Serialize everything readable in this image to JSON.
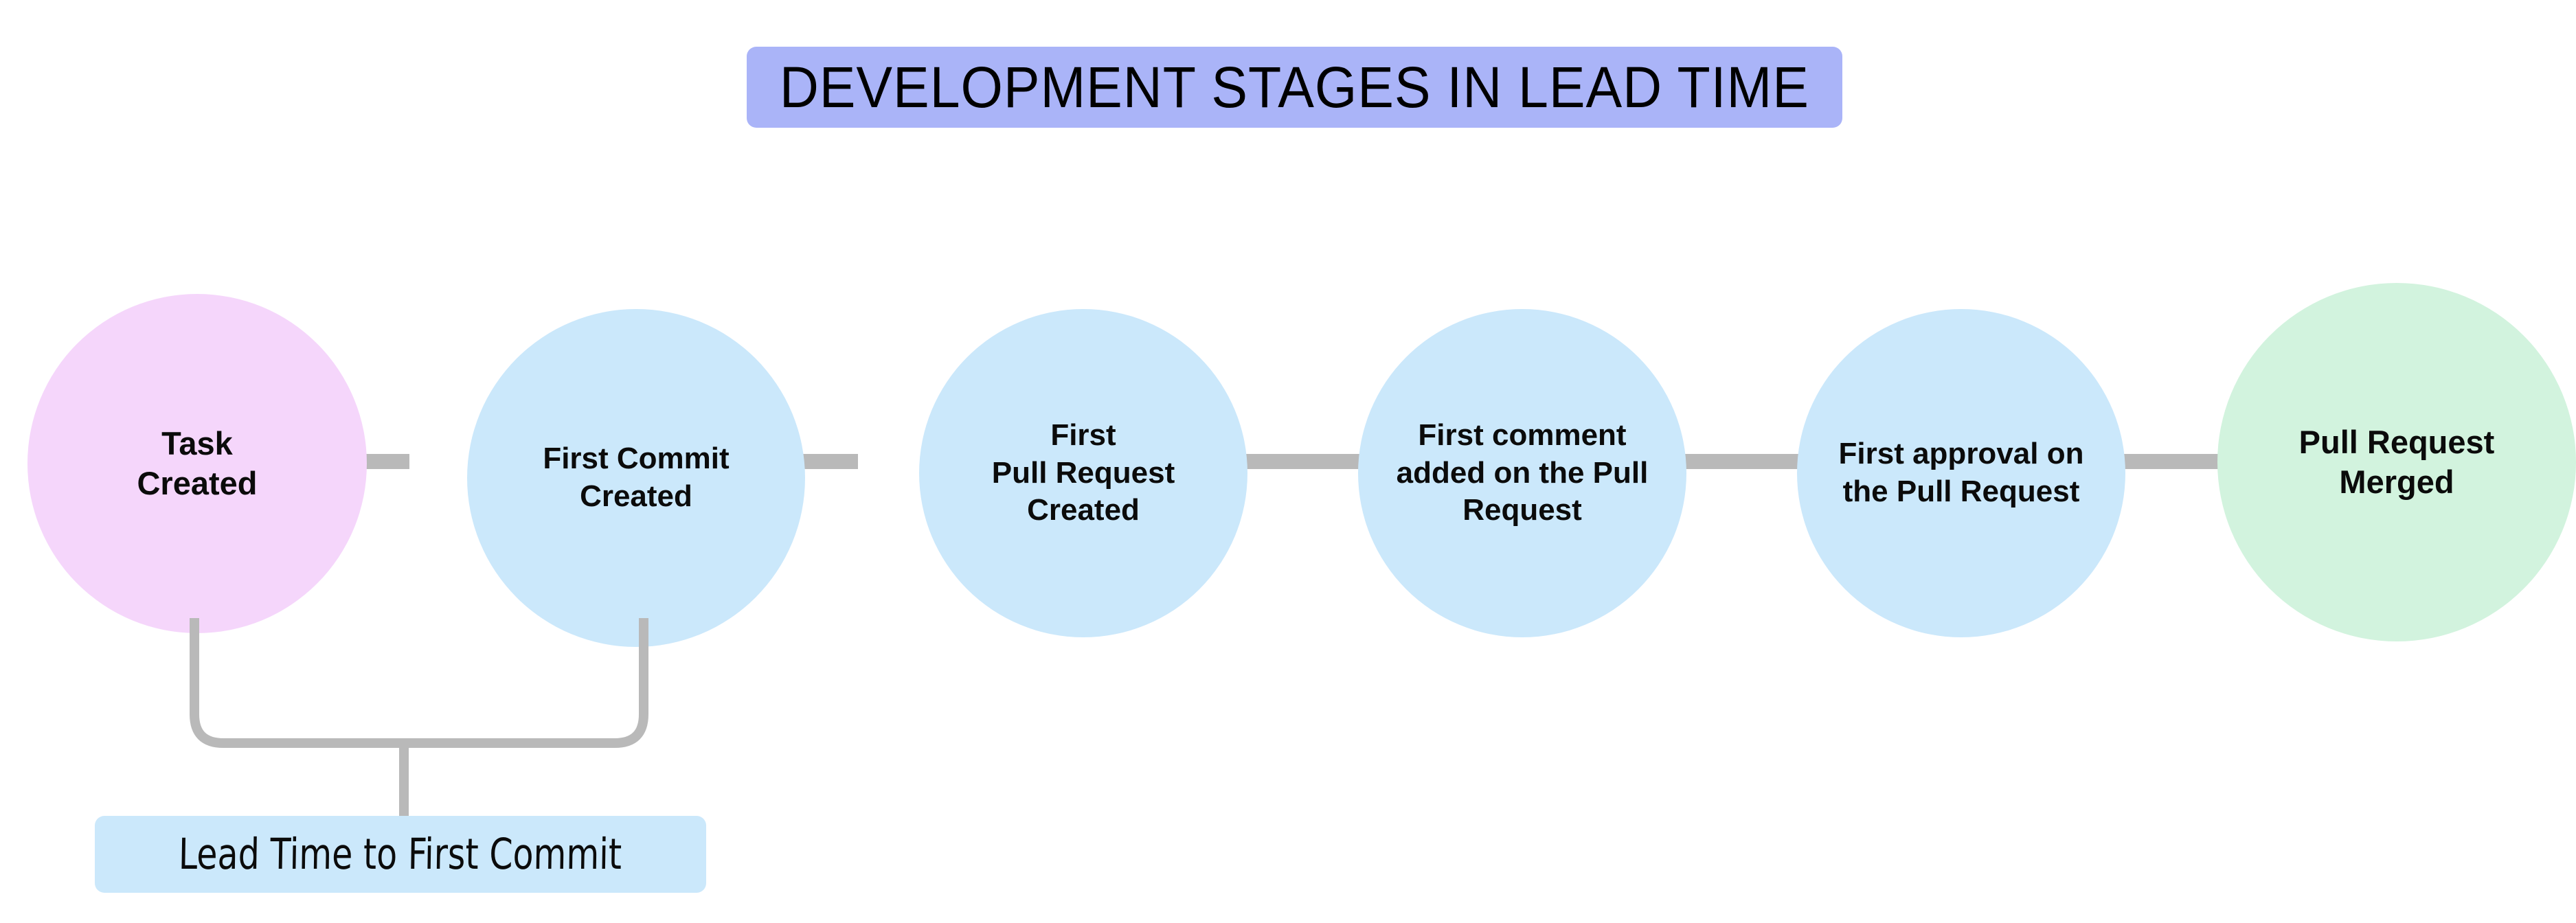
{
  "title": {
    "text": "DEVELOPMENT STAGES IN LEAD TIME",
    "background_color": "#aab4f8",
    "text_color": "#000000"
  },
  "theme": {
    "canvas_background": "#ffffff",
    "connector_color": "#b9b9b9",
    "circle_pink": "#f5d6fb",
    "circle_blue": "#cbe8fb",
    "circle_green": "#d2f3de",
    "annotation_background": "#cbe8fb"
  },
  "stages": [
    {
      "id": "task-created",
      "label": "Task\nCreated",
      "color_name": "pink",
      "color": "#f5d6fb",
      "order": 1
    },
    {
      "id": "first-commit-created",
      "label": "First Commit\nCreated",
      "color_name": "blue",
      "color": "#cbe8fb",
      "order": 2
    },
    {
      "id": "first-pull-request-created",
      "label": "First\nPull Request\nCreated",
      "color_name": "blue",
      "color": "#cbe8fb",
      "order": 3
    },
    {
      "id": "first-comment-on-pull-request",
      "label": "First comment\nadded on the Pull\nRequest",
      "color_name": "blue",
      "color": "#cbe8fb",
      "order": 4
    },
    {
      "id": "first-approval-on-pull-request",
      "label": "First approval on\nthe Pull Request",
      "color_name": "blue",
      "color": "#cbe8fb",
      "order": 5
    },
    {
      "id": "pull-request-merged",
      "label": "Pull Request\nMerged",
      "color_name": "green",
      "color": "#d2f3de",
      "order": 6
    }
  ],
  "annotations": [
    {
      "id": "lead-time-to-first-commit",
      "text": "Lead Time to First Commit",
      "spans_stages": [
        "task-created",
        "first-commit-created"
      ],
      "background_color": "#cbe8fb"
    }
  ],
  "connectors": [
    {
      "from": "task-created",
      "to": "first-commit-created"
    },
    {
      "from": "first-commit-created",
      "to": "first-pull-request-created"
    },
    {
      "from": "first-pull-request-created",
      "to": "first-comment-on-pull-request"
    },
    {
      "from": "first-comment-on-pull-request",
      "to": "first-approval-on-pull-request"
    },
    {
      "from": "first-approval-on-pull-request",
      "to": "pull-request-merged"
    }
  ]
}
